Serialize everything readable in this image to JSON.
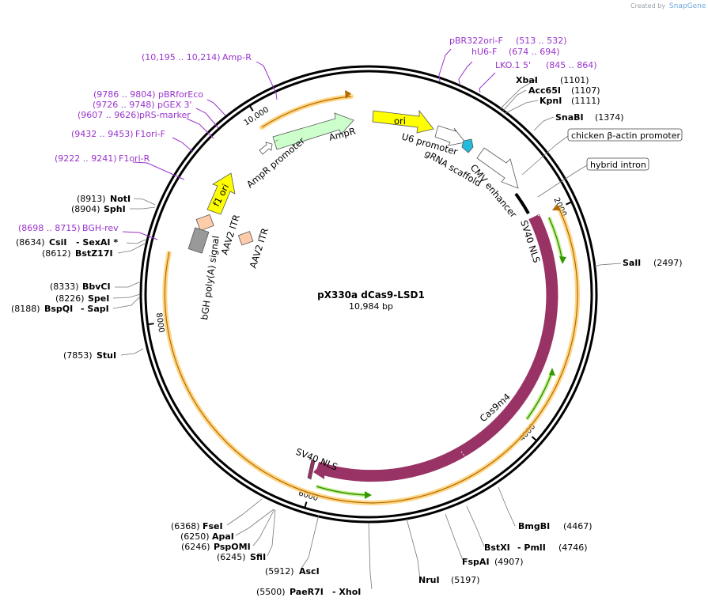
{
  "credit": {
    "created_by": "Created by",
    "brand": "SnapGene"
  },
  "plasmid": {
    "name": "pX330a dCas9-LSD1",
    "size_label": "10,984 bp",
    "length": 10984
  },
  "ticks": [
    {
      "pos": 2000,
      "label": "2000"
    },
    {
      "pos": 4000,
      "label": "4000"
    },
    {
      "pos": 6000,
      "label": "6000"
    },
    {
      "pos": 8000,
      "label": "8000"
    },
    {
      "pos": 10000,
      "label": "10,000"
    }
  ],
  "enzymes": [
    {
      "name": "XbaI",
      "pos_label": "(1101)",
      "side": "right"
    },
    {
      "name": "Acc65I",
      "pos_label": "(1107)",
      "side": "right"
    },
    {
      "name": "KpnI",
      "pos_label": "(1111)",
      "side": "right"
    },
    {
      "name": "SnaBI",
      "pos_label": "(1374)",
      "side": "right"
    },
    {
      "name": "SalI",
      "pos_label": "(2497)",
      "side": "right"
    },
    {
      "name": "BmgBI",
      "pos_label": "(4467)",
      "side": "right"
    },
    {
      "name": "BstXI",
      "name2": "PmlI",
      "pos_label": "(4746)",
      "side": "right"
    },
    {
      "name": "FspAI",
      "pos_label": "(4907)",
      "side": "right"
    },
    {
      "name": "NruI",
      "pos_label": "(5197)",
      "side": "right"
    },
    {
      "name": "PaeR7I",
      "name2": "XhoI",
      "pos_label": "(5500)",
      "side": "left"
    },
    {
      "name": "AscI",
      "pos_label": "(5912)",
      "side": "left"
    },
    {
      "name": "SfiI",
      "pos_label": "(6245)",
      "side": "left"
    },
    {
      "name": "PspOMI",
      "pos_label": "(6246)",
      "side": "left"
    },
    {
      "name": "ApaI",
      "pos_label": "(6250)",
      "side": "left"
    },
    {
      "name": "FseI",
      "pos_label": "(6368)",
      "side": "left"
    },
    {
      "name": "StuI",
      "pos_label": "(7853)",
      "side": "left"
    },
    {
      "name": "BspQI",
      "name2": "SapI",
      "pos_label": "(8188)",
      "side": "left"
    },
    {
      "name": "SpeI",
      "pos_label": "(8226)",
      "side": "left"
    },
    {
      "name": "BbvCI",
      "pos_label": "(8333)",
      "side": "left"
    },
    {
      "name": "BstZ17I",
      "pos_label": "(8612)",
      "side": "left"
    },
    {
      "name": "CsiI",
      "name2": "SexAI *",
      "pos_label": "(8634)",
      "side": "left"
    },
    {
      "name": "SphI",
      "pos_label": "(8904)",
      "side": "left"
    },
    {
      "name": "NotI",
      "pos_label": "(8913)",
      "side": "left"
    }
  ],
  "primers": [
    {
      "name": "pBR322ori-F",
      "range": "(513 .. 532)"
    },
    {
      "name": "hU6-F",
      "range": "(674 .. 694)"
    },
    {
      "name": "LKO.1 5'",
      "range": "(845 .. 864)"
    },
    {
      "name": "Amp-R",
      "range": "(10,195 .. 10,214)"
    },
    {
      "name": "pBRforEco",
      "range": "(9786 .. 9804)"
    },
    {
      "name": "pGEX 3'",
      "range": "(9726 .. 9748)"
    },
    {
      "name": "pRS-marker",
      "range": "(9607 .. 9626)"
    },
    {
      "name": "F1ori-F",
      "range": "(9432 .. 9453)"
    },
    {
      "name": "F1ori-R",
      "range": "(9222 .. 9241)"
    },
    {
      "name": "BGH-rev",
      "range": "(8698 .. 8715)"
    }
  ],
  "boxed_labels": [
    {
      "text": "chicken β-actin promoter"
    },
    {
      "text": "hybrid intron"
    }
  ],
  "features": [
    {
      "text": "ori",
      "color": "#ffff00"
    },
    {
      "text": "AmpR",
      "color": "#ccffcc"
    },
    {
      "text": "AmpR promoter",
      "color": "#ffffff"
    },
    {
      "text": "f1 ori",
      "color": "#ffff00"
    },
    {
      "text": "AAV2 ITR",
      "color": "#ffccaa"
    },
    {
      "text": "AAV2 ITR",
      "color": "#ffccaa"
    },
    {
      "text": "bGH poly(A) signal",
      "color": "#999999"
    },
    {
      "text": "U6 promoter",
      "color": "#ffffff"
    },
    {
      "text": "gRNA scaffold",
      "color": "#22bbdd"
    },
    {
      "text": "CMV enhancer",
      "color": "#ffffff"
    },
    {
      "text": "SV40 NLS",
      "color": "#993366"
    },
    {
      "text": "Cas9m4",
      "color": "#993366"
    },
    {
      "text": "SV40 NLS",
      "color": "#993366"
    }
  ],
  "colors": {
    "backbone": "#000000",
    "cds": "#993366",
    "orange_arc": "#ffcc66",
    "green_arc": "#339900",
    "primer": "#9933cc"
  }
}
